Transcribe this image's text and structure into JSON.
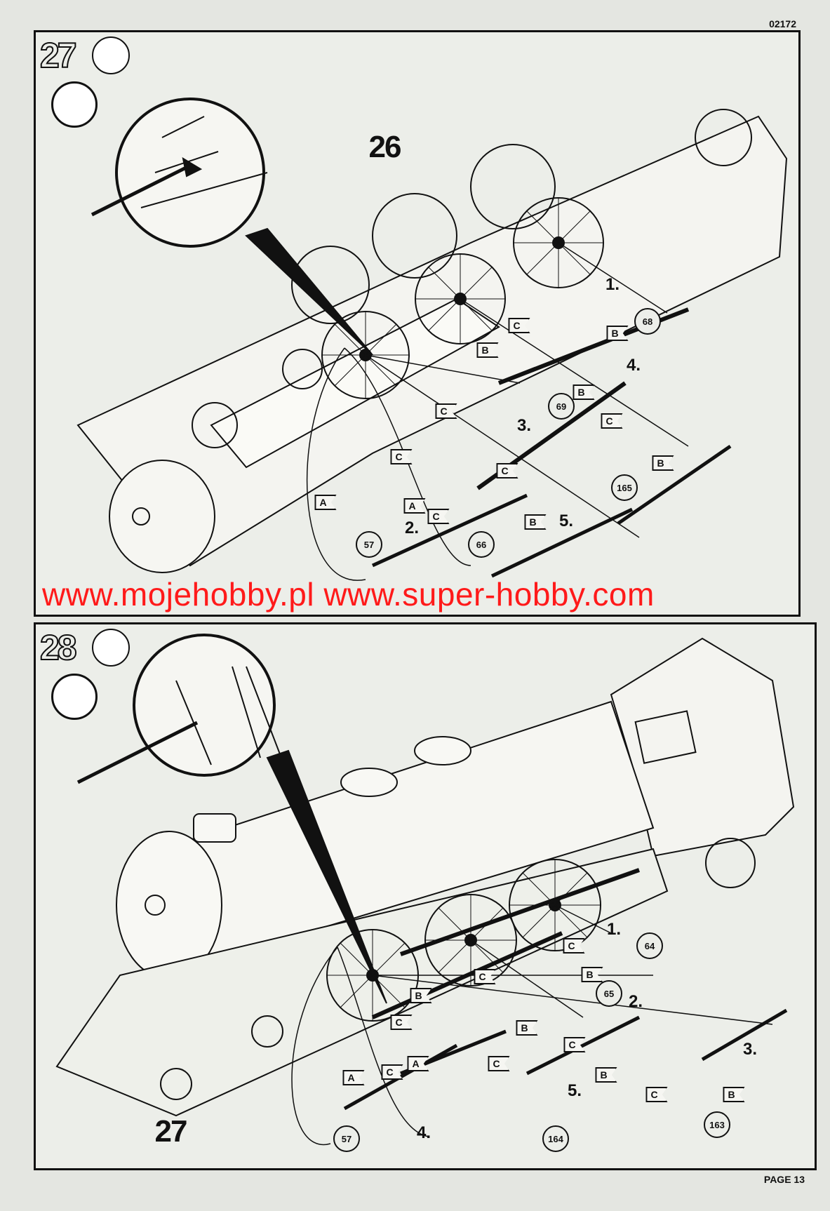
{
  "header": {
    "code": "02172"
  },
  "footer": {
    "page": "PAGE 13"
  },
  "watermark": "www.mojehobby.pl www.super-hobby.com",
  "steps": [
    {
      "number": "27",
      "ref_step": "26",
      "callouts": [
        "1.",
        "2.",
        "3.",
        "4.",
        "5."
      ],
      "parts": [
        "68",
        "69",
        "165",
        "57",
        "66"
      ],
      "flags": [
        "C",
        "B",
        "B",
        "C",
        "B",
        "C",
        "B",
        "C",
        "C",
        "A",
        "A",
        "C",
        "B"
      ]
    },
    {
      "number": "28",
      "ref_step": "27",
      "callouts": [
        "1.",
        "2.",
        "3.",
        "4.",
        "5."
      ],
      "parts": [
        "64",
        "65",
        "57",
        "164",
        "163"
      ],
      "flags": [
        "C",
        "B",
        "C",
        "B",
        "C",
        "B",
        "C",
        "C",
        "A",
        "B",
        "C",
        "B",
        "A",
        "C"
      ]
    }
  ]
}
